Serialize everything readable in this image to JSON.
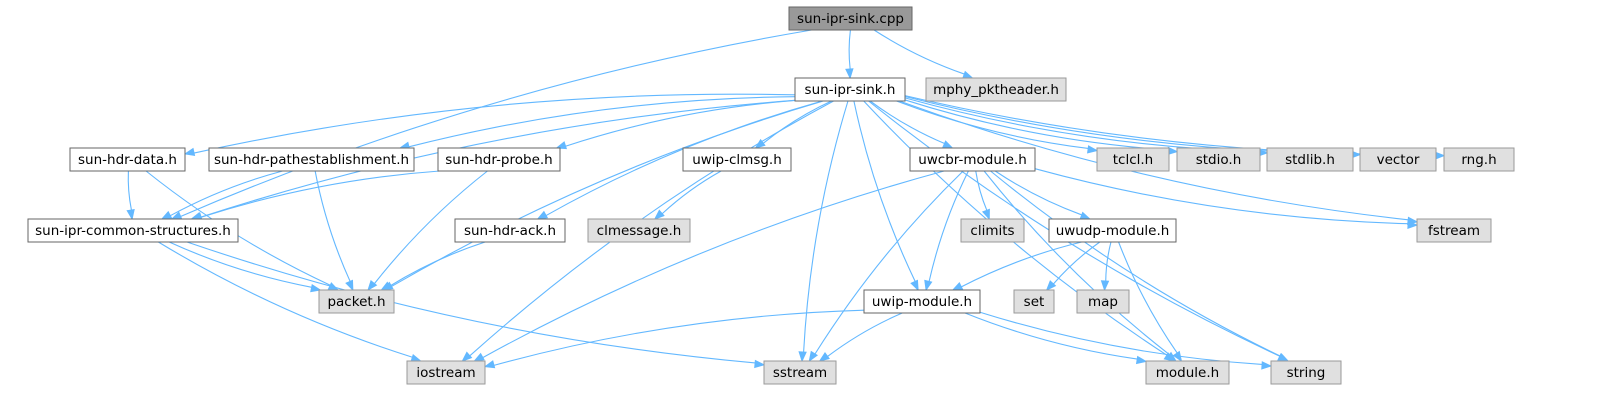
{
  "graph": {
    "nodes": [
      {
        "id": "sink_cpp",
        "label": "sun-ipr-sink.cpp",
        "kind": "root"
      },
      {
        "id": "sink_h",
        "label": "sun-ipr-sink.h",
        "kind": "doc"
      },
      {
        "id": "mphy",
        "label": "mphy_pktheader.h",
        "kind": "ext"
      },
      {
        "id": "hdr_data",
        "label": "sun-hdr-data.h",
        "kind": "doc"
      },
      {
        "id": "hdr_path",
        "label": "sun-hdr-pathestablishment.h",
        "kind": "doc"
      },
      {
        "id": "hdr_probe",
        "label": "sun-hdr-probe.h",
        "kind": "doc"
      },
      {
        "id": "clmsg",
        "label": "uwip-clmsg.h",
        "kind": "doc"
      },
      {
        "id": "uwcbr",
        "label": "uwcbr-module.h",
        "kind": "doc"
      },
      {
        "id": "tclcl",
        "label": "tclcl.h",
        "kind": "ext"
      },
      {
        "id": "stdio",
        "label": "stdio.h",
        "kind": "ext"
      },
      {
        "id": "stdlib",
        "label": "stdlib.h",
        "kind": "ext"
      },
      {
        "id": "vector",
        "label": "vector",
        "kind": "ext"
      },
      {
        "id": "rng",
        "label": "rng.h",
        "kind": "ext"
      },
      {
        "id": "common",
        "label": "sun-ipr-common-structures.h",
        "kind": "doc"
      },
      {
        "id": "hdr_ack",
        "label": "sun-hdr-ack.h",
        "kind": "doc"
      },
      {
        "id": "clmessage",
        "label": "clmessage.h",
        "kind": "ext"
      },
      {
        "id": "climits",
        "label": "climits",
        "kind": "ext"
      },
      {
        "id": "uwudp",
        "label": "uwudp-module.h",
        "kind": "doc"
      },
      {
        "id": "fstream",
        "label": "fstream",
        "kind": "ext"
      },
      {
        "id": "packet",
        "label": "packet.h",
        "kind": "ext"
      },
      {
        "id": "uwip",
        "label": "uwip-module.h",
        "kind": "doc"
      },
      {
        "id": "set",
        "label": "set",
        "kind": "ext"
      },
      {
        "id": "map",
        "label": "map",
        "kind": "ext"
      },
      {
        "id": "iostream",
        "label": "iostream",
        "kind": "ext"
      },
      {
        "id": "sstream",
        "label": "sstream",
        "kind": "ext"
      },
      {
        "id": "module",
        "label": "module.h",
        "kind": "ext"
      },
      {
        "id": "string",
        "label": "string",
        "kind": "ext"
      }
    ],
    "edges": [
      [
        "sink_cpp",
        "sink_h"
      ],
      [
        "sink_cpp",
        "mphy"
      ],
      [
        "sink_cpp",
        "common"
      ],
      [
        "sink_h",
        "hdr_data"
      ],
      [
        "sink_h",
        "hdr_path"
      ],
      [
        "sink_h",
        "hdr_probe"
      ],
      [
        "sink_h",
        "clmsg"
      ],
      [
        "sink_h",
        "uwcbr"
      ],
      [
        "sink_h",
        "tclcl"
      ],
      [
        "sink_h",
        "stdio"
      ],
      [
        "sink_h",
        "stdlib"
      ],
      [
        "sink_h",
        "vector"
      ],
      [
        "sink_h",
        "rng"
      ],
      [
        "sink_h",
        "fstream"
      ],
      [
        "sink_h",
        "string"
      ],
      [
        "sink_h",
        "common"
      ],
      [
        "sink_h",
        "iostream"
      ],
      [
        "sink_h",
        "packet"
      ],
      [
        "sink_h",
        "hdr_ack"
      ],
      [
        "sink_h",
        "sstream"
      ],
      [
        "sink_h",
        "uwip"
      ],
      [
        "sink_h",
        "module"
      ],
      [
        "hdr_data",
        "common"
      ],
      [
        "hdr_data",
        "packet"
      ],
      [
        "hdr_path",
        "common"
      ],
      [
        "hdr_path",
        "packet"
      ],
      [
        "hdr_probe",
        "common"
      ],
      [
        "hdr_probe",
        "packet"
      ],
      [
        "clmsg",
        "clmessage"
      ],
      [
        "hdr_ack",
        "packet"
      ],
      [
        "common",
        "packet"
      ],
      [
        "common",
        "iostream"
      ],
      [
        "common",
        "sstream"
      ],
      [
        "uwcbr",
        "climits"
      ],
      [
        "uwcbr",
        "uwudp"
      ],
      [
        "uwcbr",
        "fstream"
      ],
      [
        "uwcbr",
        "uwip"
      ],
      [
        "uwcbr",
        "iostream"
      ],
      [
        "uwcbr",
        "sstream"
      ],
      [
        "uwcbr",
        "module"
      ],
      [
        "uwcbr",
        "string"
      ],
      [
        "uwudp",
        "uwip"
      ],
      [
        "uwudp",
        "set"
      ],
      [
        "uwudp",
        "map"
      ],
      [
        "uwudp",
        "module"
      ],
      [
        "uwip",
        "iostream"
      ],
      [
        "uwip",
        "sstream"
      ],
      [
        "uwip",
        "module"
      ],
      [
        "uwip",
        "string"
      ]
    ]
  }
}
